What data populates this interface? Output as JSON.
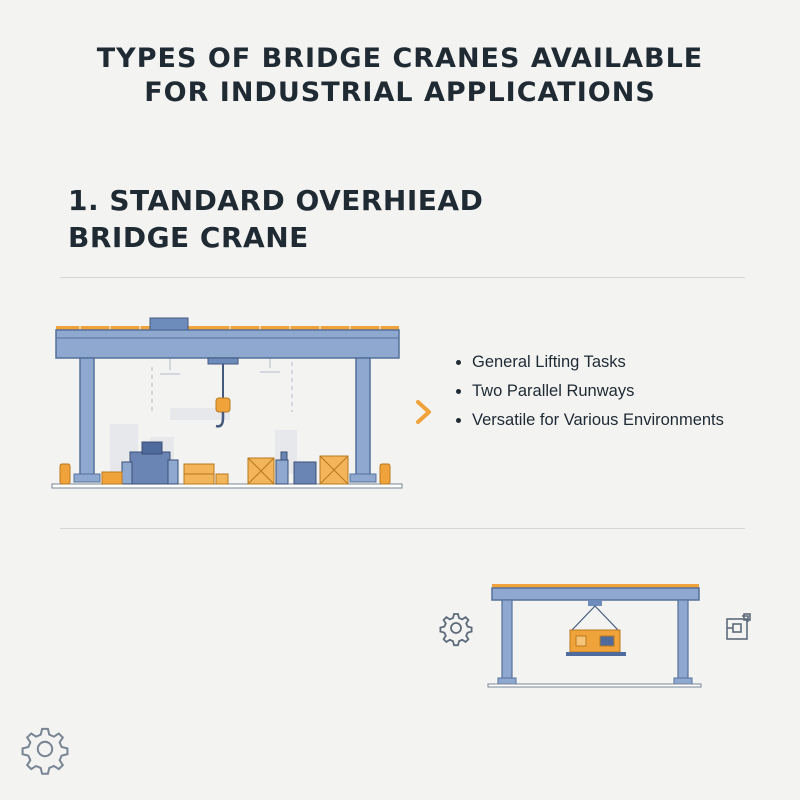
{
  "title": {
    "line1": "TYPES OF BRIDGE CRANES AVAILABLE",
    "line2": "FOR INDUSTRIAL APPLICATIONS"
  },
  "section": {
    "heading_line1": "1. STANDARD OVERHIEAD",
    "heading_line2": "BRIDGE CRANE",
    "features": [
      "General Lifting Tasks",
      "Two Parallel Runways",
      "Versatile for Various Environments"
    ]
  },
  "icons": {
    "next": "chevron-right-icon",
    "settings": "gear-icon",
    "box": "box-icon"
  },
  "colors": {
    "steel_blue": "#7e9cc8",
    "accent_orange": "#f0a33a",
    "text": "#1f2a33"
  }
}
